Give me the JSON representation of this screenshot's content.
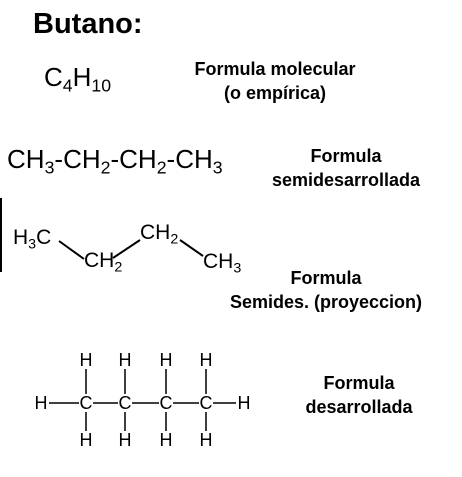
{
  "title": "Butano:",
  "molecular": {
    "formula_parts": [
      "C",
      "4",
      "H",
      "10"
    ],
    "label_lines": [
      "Formula molecular",
      "(o empírica)"
    ]
  },
  "semideveloped": {
    "formula_parts": [
      "CH",
      "3",
      "-CH",
      "2",
      "-CH",
      "2",
      "-CH",
      "3"
    ],
    "label_lines": [
      "Formula",
      "semidesarrollada"
    ]
  },
  "projection": {
    "groups": {
      "h3c": [
        "H",
        "3",
        "C"
      ],
      "ch2_low": [
        "CH",
        "2"
      ],
      "ch2_high": [
        "CH",
        "2"
      ],
      "ch3": [
        "CH",
        "3"
      ]
    },
    "label_lines": [
      "Formula",
      "Semides. (proyeccion)"
    ]
  },
  "developed": {
    "carbon": "C",
    "hydrogen": "H",
    "label_lines": [
      "Formula",
      "desarrollada"
    ]
  }
}
